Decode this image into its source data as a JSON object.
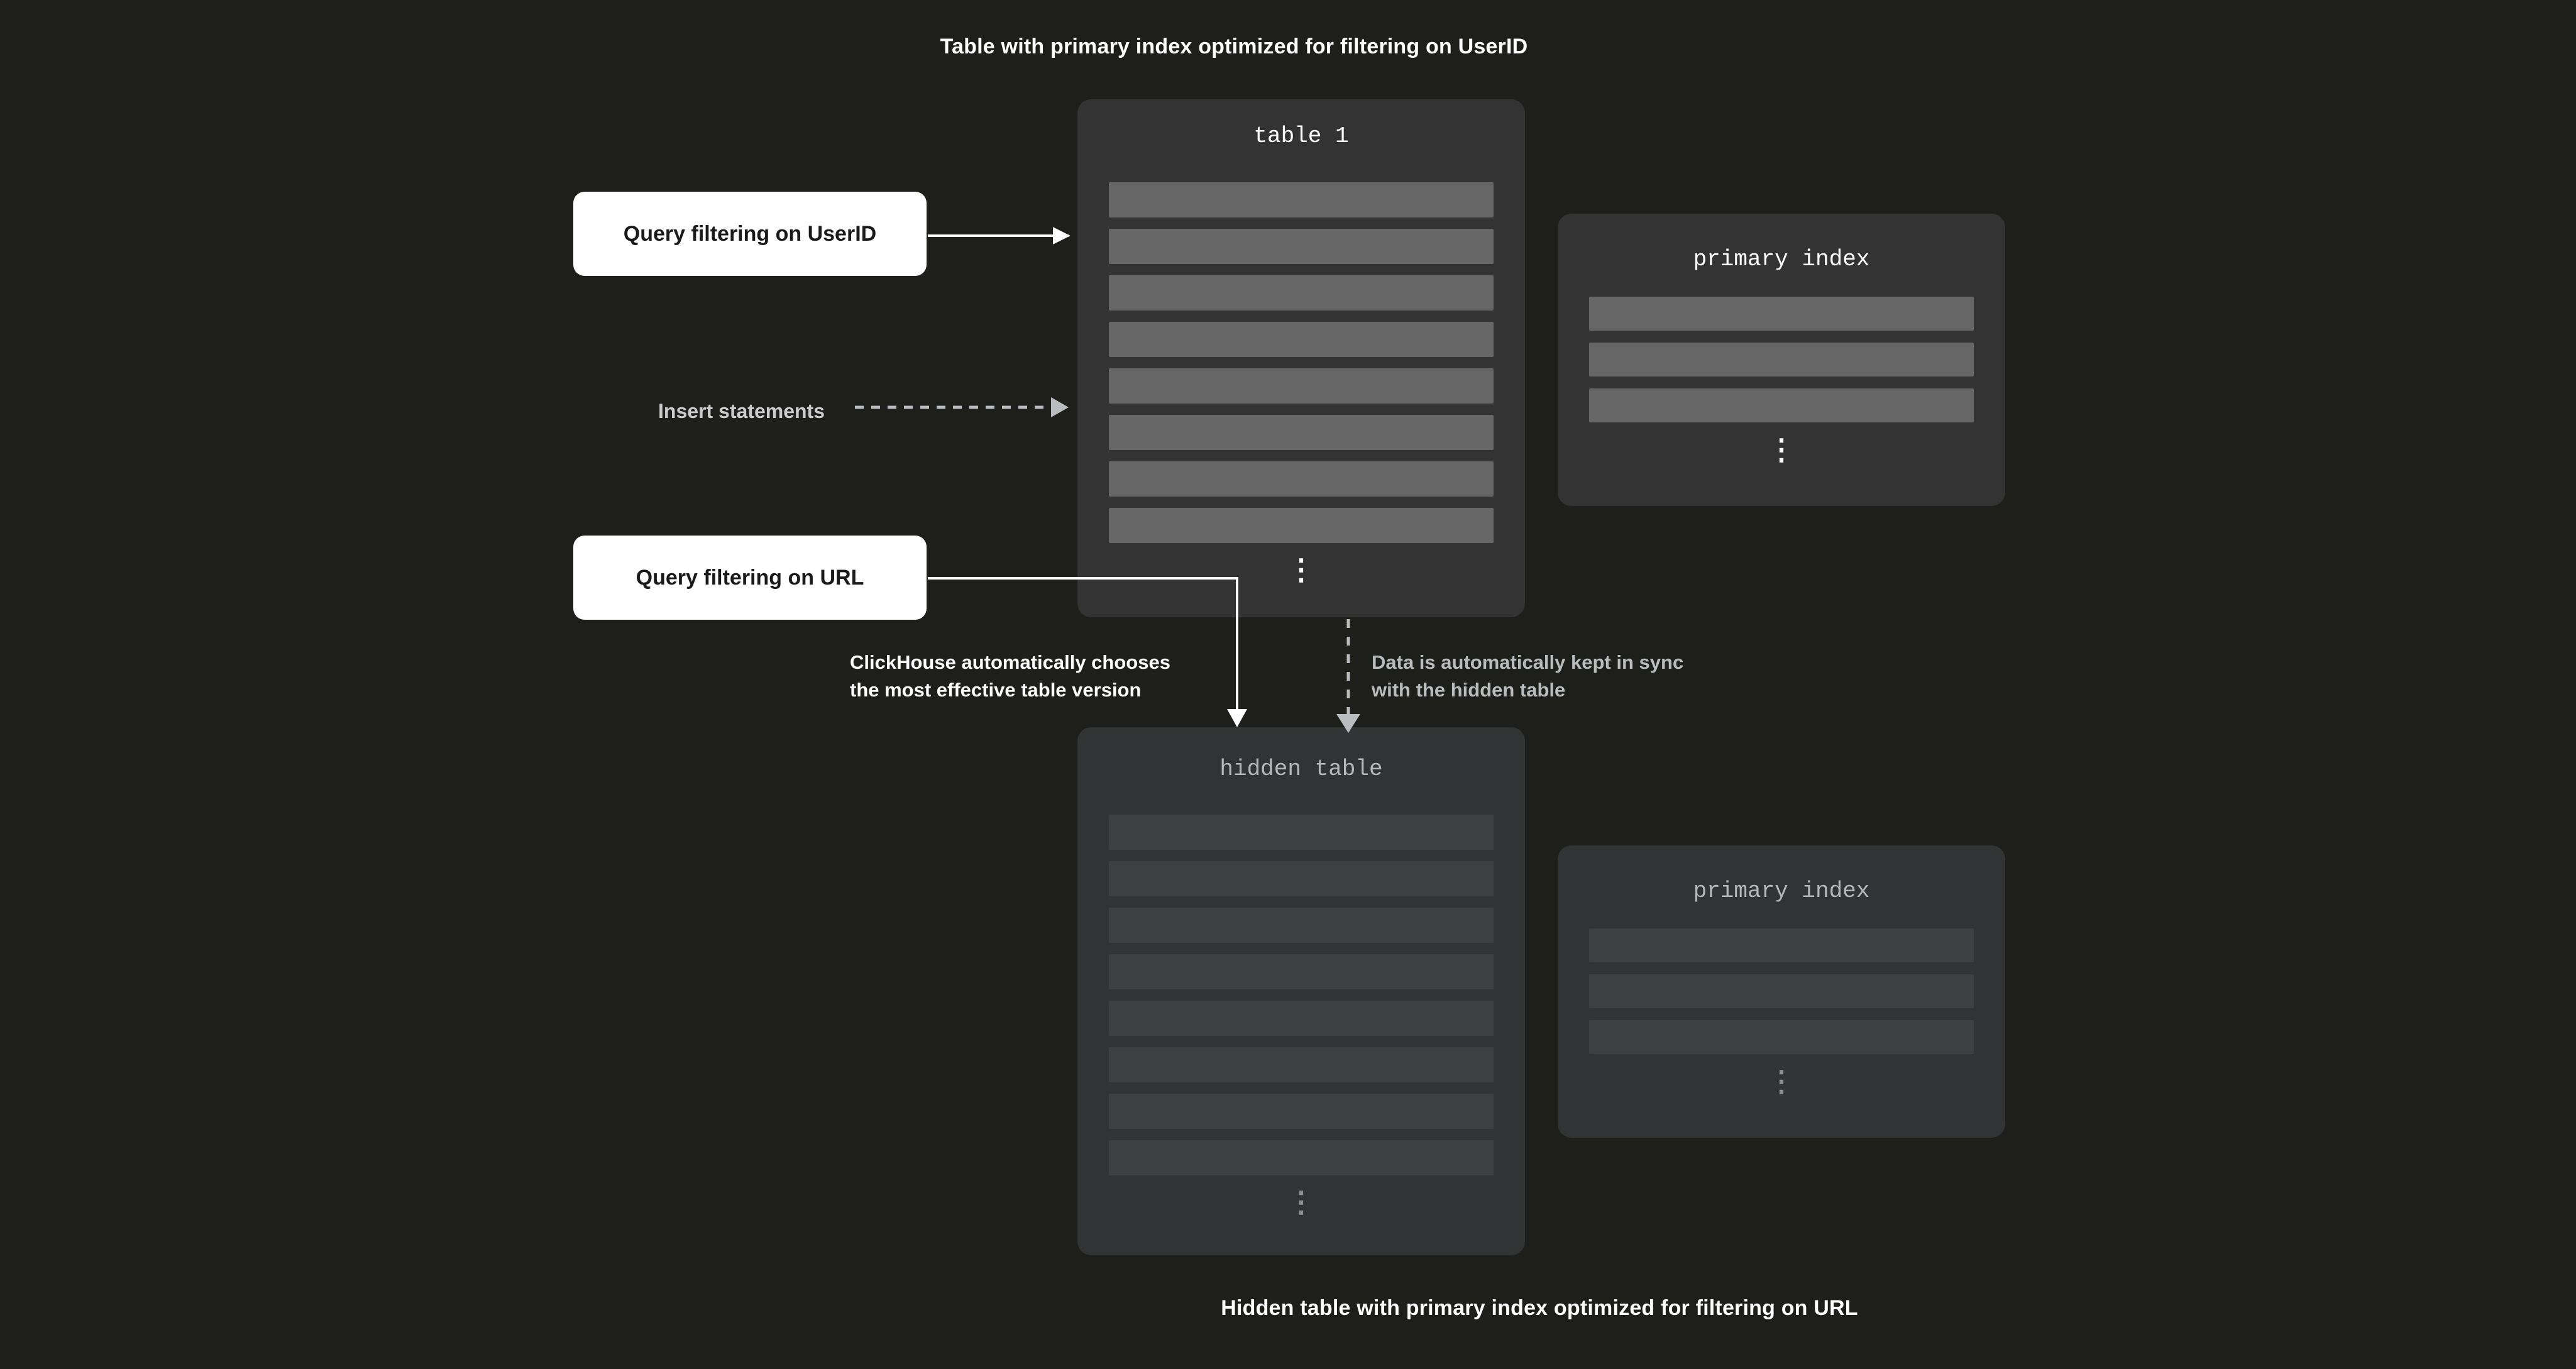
{
  "page": {
    "background": "#1e1f1a",
    "top_caption": "Table with primary index optimized for filtering on UserID",
    "bottom_caption": "Hidden table with primary index optimized for filtering on URL"
  },
  "colors": {
    "background": "#1e1f1a",
    "card_bright": "#333333",
    "card_dim": "#323335",
    "row_bright": "#666666",
    "row_dim": "#3d3f41",
    "title_bright": "#ffffff",
    "title_dim": "#b4b8bb",
    "callout_bg": "#ffffff",
    "callout_text": "#1a1a1a",
    "annotation_white": "#ffffff",
    "annotation_gray": "#b9bdc0",
    "connector_solid": "#ffffff",
    "connector_dashed": "#b9bdc0"
  },
  "cards": {
    "table1": {
      "title": "table 1",
      "row_count": 8,
      "ellipsis": "⋮",
      "style": "bright"
    },
    "hidden_table": {
      "title": "hidden table",
      "row_count": 8,
      "ellipsis": "⋮",
      "style": "dim"
    },
    "primary_index_top": {
      "title": "primary index",
      "row_count": 3,
      "ellipsis": "⋮",
      "style": "bright"
    },
    "primary_index_bottom": {
      "title": "primary index",
      "row_count": 3,
      "ellipsis": "⋮",
      "style": "dim"
    }
  },
  "callouts": {
    "query_userid": "Query filtering on UserID",
    "query_url": "Query filtering on URL"
  },
  "annotations": {
    "insert_statements": "Insert statements",
    "chooses_version": "ClickHouse automatically chooses\nthe most effective table version",
    "kept_in_sync": "Data is automatically kept in sync\nwith the hidden table"
  }
}
